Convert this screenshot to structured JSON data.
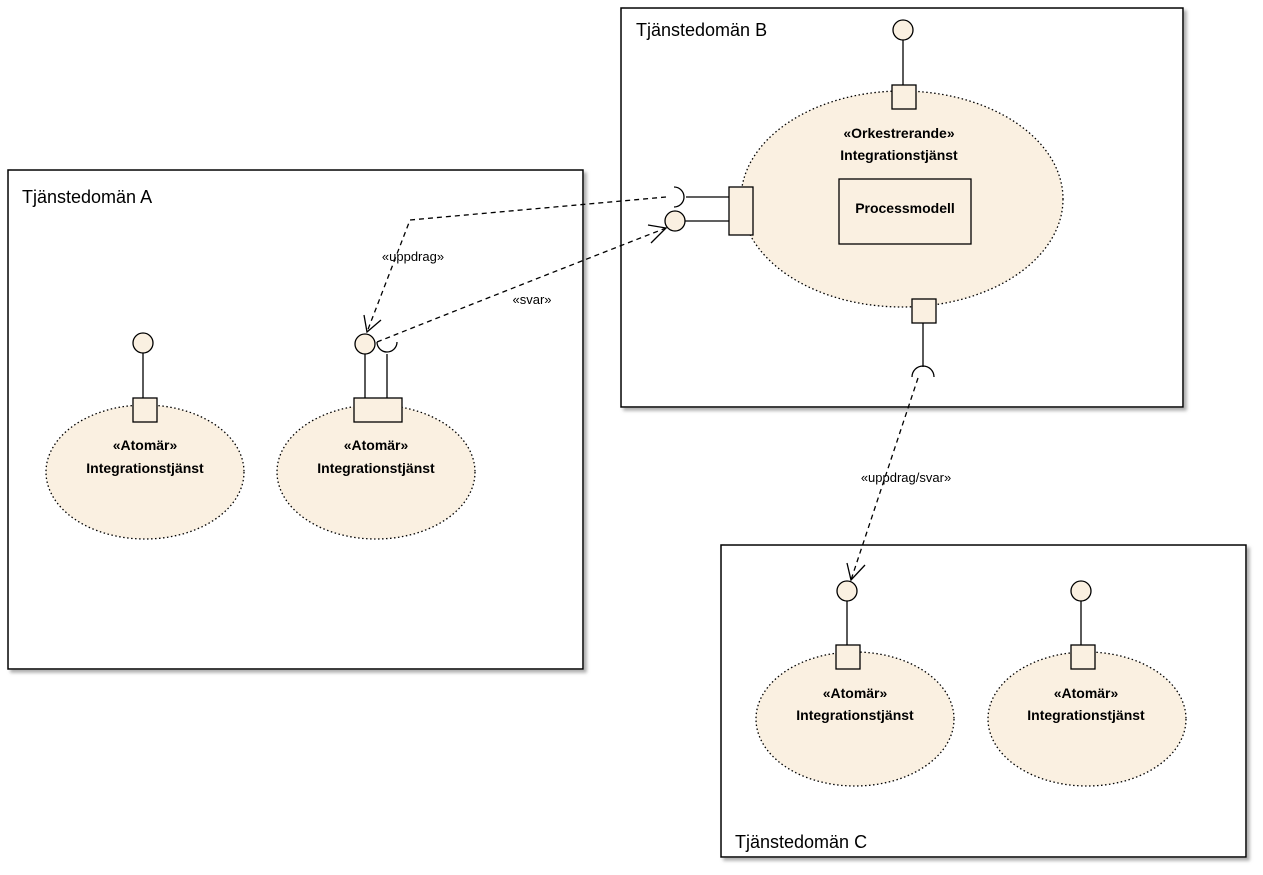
{
  "colors": {
    "service_fill": "#faf0e1",
    "outline": "#000000",
    "shadow": "#9a9a9a"
  },
  "domains": {
    "a": {
      "title": "Tjänstedomän A"
    },
    "b": {
      "title": "Tjänstedomän B"
    },
    "c": {
      "title": "Tjänstedomän C"
    }
  },
  "services": {
    "a1": {
      "stereotype": "«Atomär»",
      "name": "Integrationstjänst"
    },
    "a2": {
      "stereotype": "«Atomär»",
      "name": "Integrationstjänst"
    },
    "b1": {
      "stereotype": "«Orkestrerande»",
      "name": "Integrationstjänst",
      "inner": "Processmodell"
    },
    "c1": {
      "stereotype": "«Atomär»",
      "name": "Integrationstjänst"
    },
    "c2": {
      "stereotype": "«Atomär»",
      "name": "Integrationstjänst"
    }
  },
  "edges": {
    "uppdrag": "«uppdrag»",
    "svar": "«svar»",
    "uppdrag_svar": "«uppdrag/svar»"
  }
}
